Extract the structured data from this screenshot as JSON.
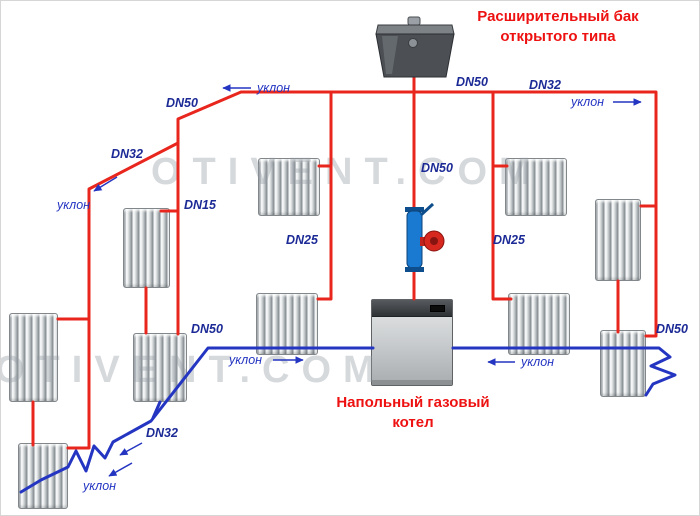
{
  "titles": {
    "expansion_tank_line1": "Расширительный бак",
    "expansion_tank_line2": "открытого типа",
    "boiler_line1": "Напольный газовый",
    "boiler_line2": "котел"
  },
  "watermarks": {
    "center": "OTIVENT.COM",
    "bottom_left": "OTIVENT.COM"
  },
  "pipe_labels": {
    "dn50_top_left": "DN50",
    "dn32_left": "DN32",
    "dn15_left": "DN15",
    "dn50_riser_top": "DN50",
    "dn32_top_right": "DN32",
    "dn50_riser_mid": "DN50",
    "dn25_center_left": "DN25",
    "dn25_center_right": "DN25",
    "dn50_return_left": "DN50",
    "dn50_return_right": "DN50",
    "dn32_return_left": "DN32"
  },
  "slope_labels": {
    "top_left": "уклон",
    "top_right": "уклон",
    "left_side": "уклон",
    "bottom_center_left": "уклон",
    "bottom_right": "уклон",
    "bottom_far_left": "уклон"
  },
  "colors": {
    "supply_pipe": "#e8261d",
    "return_pipe": "#2435c2",
    "dn_label": "#1c2a96",
    "slope_label": "#2435c2",
    "title_red": "#ee1111",
    "watermark_gray": "#949ca3"
  },
  "radiator_count": 10
}
